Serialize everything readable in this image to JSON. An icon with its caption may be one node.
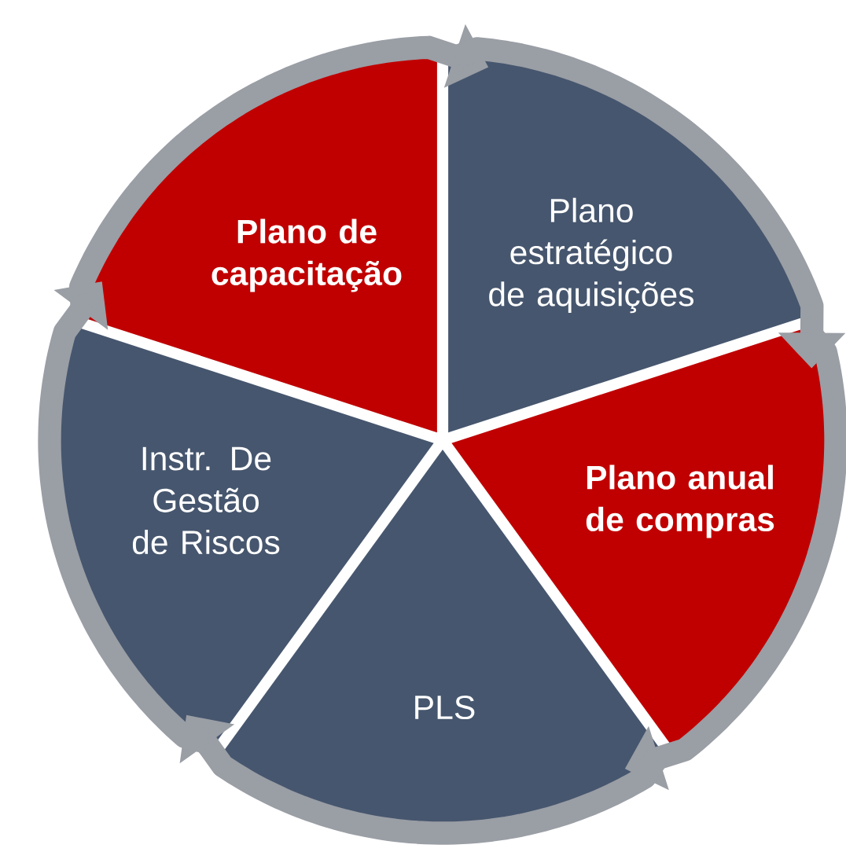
{
  "diagram": {
    "nodes": [
      {
        "text": [
          "Plano de capacitação"
        ]
      },
      {
        "text": [
          "Plano estratégico de aquisições"
        ]
      },
      {
        "text": [
          "Plano anual de compras"
        ]
      },
      {
        "text": [
          "Instr. De Gestão de Riscos"
        ]
      },
      {
        "text": [
          "PLS"
        ]
      }
    ],
    "edges": [
      {
        "from": 0,
        "to": 1,
        "arrow": "to"
      },
      {
        "from": 1,
        "to": 2,
        "arrow": "to"
      },
      {
        "from": 2,
        "to": 4,
        "arrow": "to"
      },
      {
        "from": 4,
        "to": 3,
        "arrow": "to"
      },
      {
        "from": 3,
        "to": 0,
        "arrow": "to"
      }
    ]
  }
}
